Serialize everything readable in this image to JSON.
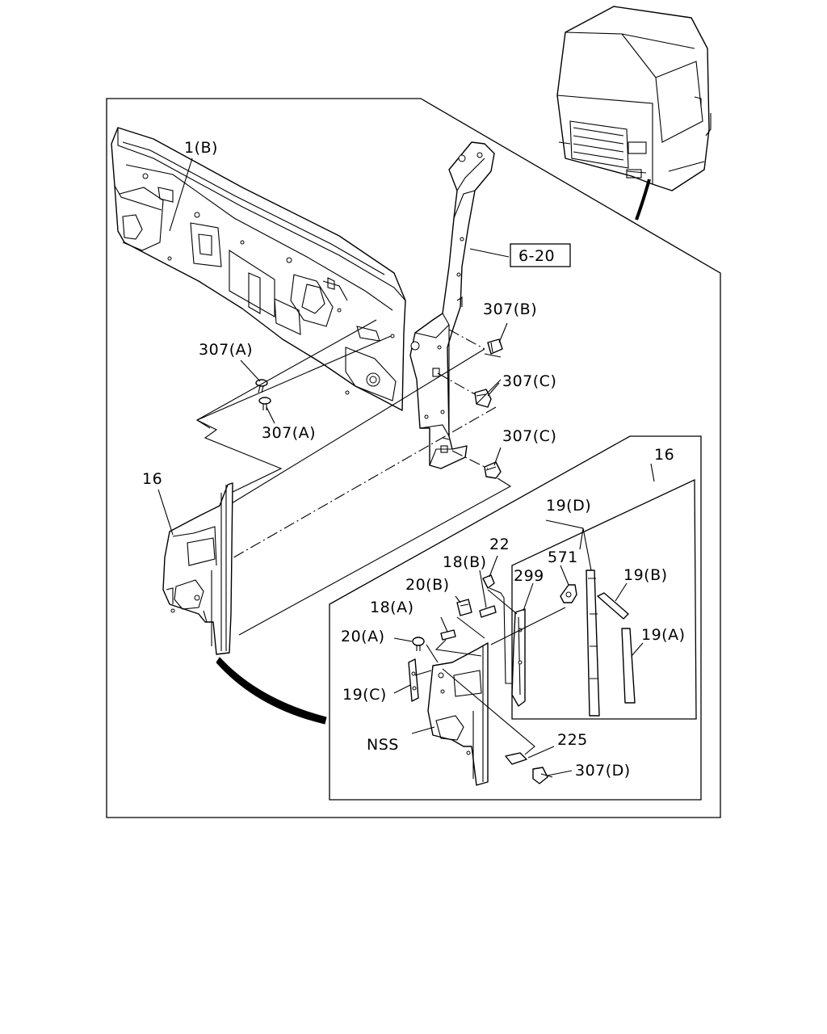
{
  "callouts": {
    "c_1b": "1(B)",
    "c_6_20": "6-20",
    "c_307b": "307(B)",
    "c_307a_top": "307(A)",
    "c_307a_bottom": "307(A)",
    "c_307c_top": "307(C)",
    "c_307c_bottom": "307(C)",
    "c_16_left": "16",
    "c_16_right": "16",
    "c_19d": "19(D)",
    "c_22": "22",
    "c_571": "571",
    "c_18b": "18(B)",
    "c_299": "299",
    "c_20b": "20(B)",
    "c_19b": "19(B)",
    "c_18a": "18(A)",
    "c_20a": "20(A)",
    "c_19a": "19(A)",
    "c_19c": "19(C)",
    "c_nss": "NSS",
    "c_225": "225",
    "c_307d": "307(D)"
  }
}
